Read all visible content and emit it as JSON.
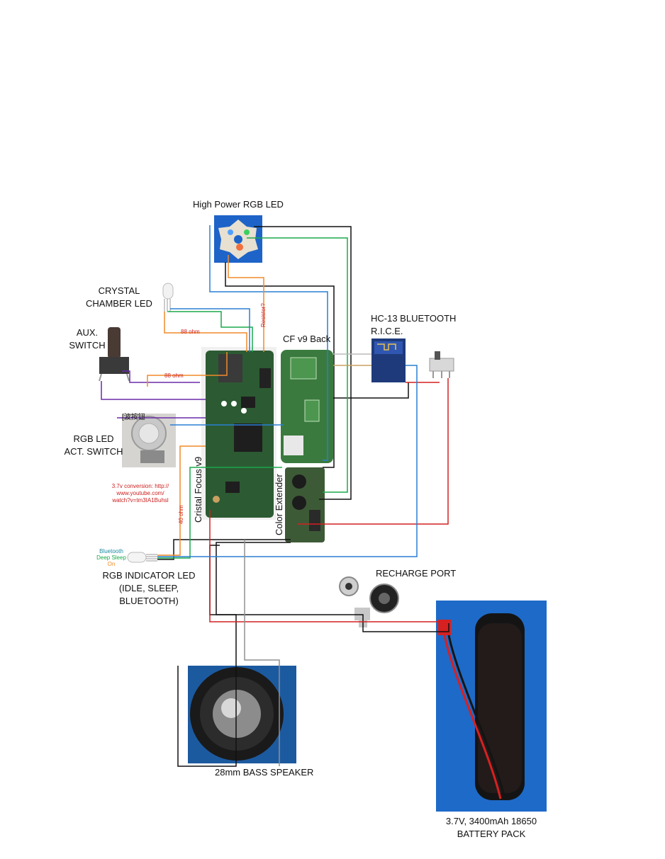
{
  "labels": {
    "high_power_led": "High Power RGB LED",
    "crystal_chamber_led_1": "CRYSTAL",
    "crystal_chamber_led_2": "CHAMBER LED",
    "aux_switch_1": "AUX.",
    "aux_switch_2": "SWITCH",
    "cf_back": "CF v9 Back",
    "hc13_1": "HC-13 BLUETOOTH",
    "hc13_2": "R.I.C.E.",
    "rgb_act_1": "RGB LED",
    "rgb_act_2": "ACT. SWITCH",
    "switch_marking": "[波按钮",
    "cristal_focus": "Cristal Focus v9",
    "color_extender": "Color Extender",
    "indicator_1": "RGB INDICATOR LED",
    "indicator_2": "(IDLE, SLEEP,",
    "indicator_3": "BLUETOOTH)",
    "recharge_port": "RECHARGE PORT",
    "speaker": "28mm BASS SPEAKER",
    "battery_1": "3.7V, 3400mAh 18650",
    "battery_2": "BATTERY PACK"
  },
  "annotations": {
    "ohm_88_top": "88 ohm",
    "ohm_88_mid": "88 ohm",
    "ohm_40": "40 ohm",
    "resistor": "Resistor?",
    "conversion_1": "3.7v conversion: http://",
    "conversion_2": "www.youtube.com/",
    "conversion_3": "watch?v=tm3IA1Buhsl",
    "ind_bluetooth": "Bluetooth",
    "ind_deep_sleep": "Deep Sleep",
    "ind_on": "On"
  },
  "colors": {
    "wire_black": "#111111",
    "wire_red": "#d42020",
    "wire_green": "#1aa84a",
    "wire_blue": "#2a7fd4",
    "wire_purple": "#6a2aa8",
    "wire_orange": "#f08a2a",
    "wire_gray": "#909090",
    "pcb_green": "#2c5a32",
    "led_board_blue": "#1e64c8"
  }
}
